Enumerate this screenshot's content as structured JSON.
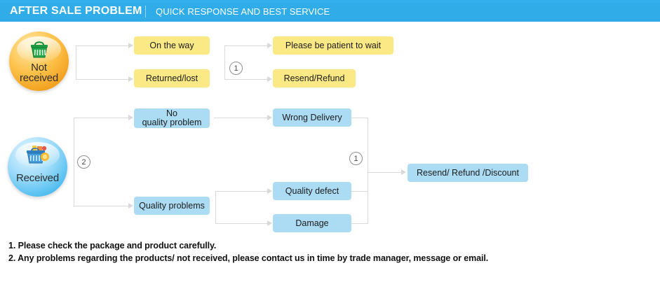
{
  "header": {
    "title": "AFTER SALE PROBLEM",
    "separator": "|",
    "subtitle": "QUICK RESPONSE AND BEST SERVICE",
    "bar_color": "#30ade9",
    "text_color": "#ffffff"
  },
  "colors": {
    "yellow_node": "#fbe986",
    "blue_node": "#abdcf4",
    "connector": "#d9d9d9",
    "marker_border": "#8d8d8d"
  },
  "badges": [
    {
      "id": "not-received",
      "label": "Not received",
      "label_line1": "Not",
      "label_line2": "received",
      "icon": "shopping-basket-icon",
      "color": "#f2a01f"
    },
    {
      "id": "received",
      "label": "Received",
      "icon": "full-shopping-basket-icon",
      "color": "#4fbdf0"
    }
  ],
  "flow": {
    "not_received": {
      "stage1": [
        {
          "label": "On the way"
        },
        {
          "label": "Returned/lost"
        }
      ],
      "marker": "1",
      "stage2": [
        {
          "label": "Please be patient to wait"
        },
        {
          "label": "Resend/Refund"
        }
      ]
    },
    "received": {
      "marker_branch": "2",
      "stage1": [
        {
          "label_line1": "No",
          "label_line2": "quality problem",
          "label": "No quality problem"
        },
        {
          "label": "Quality problems"
        }
      ],
      "stage2": [
        {
          "label": "Wrong Delivery"
        },
        {
          "label": "Quality defect"
        },
        {
          "label": "Damage"
        }
      ],
      "marker_merge": "1",
      "outcome": {
        "label": "Resend/ Refund /Discount"
      }
    }
  },
  "notes": [
    "1. Please check the package and product carefully.",
    "2. Any problems regarding the products/ not received, please contact us in time by trade manager, message or email."
  ]
}
